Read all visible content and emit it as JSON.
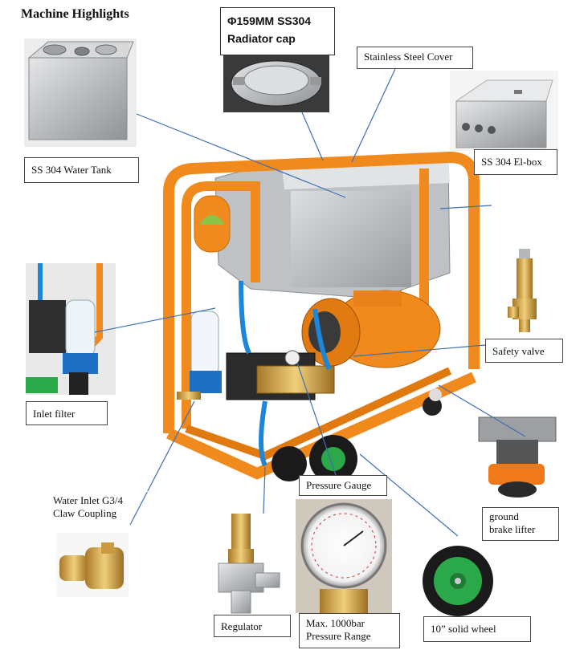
{
  "page": {
    "title": "Machine Highlights"
  },
  "callouts": {
    "radiator_cap": {
      "line1": "Φ159MM SS304",
      "line2": "Radiator cap"
    },
    "stainless_cover": "Stainless Steel Cover",
    "water_tank": "SS 304 Water Tank",
    "el_box": "SS 304 El-box",
    "inlet_filter": "Inlet filter",
    "safety_valve": "Safety valve",
    "water_inlet": {
      "line1": "Water  Inlet G3/4",
      "line2": "Claw Coupling"
    },
    "pressure_gauge": "Pressure Gauge",
    "brake_lifter": {
      "line1": "ground",
      "line2": "brake lifter"
    },
    "regulator": "Regulator",
    "pressure_range": {
      "line1": "Max. 1000bar",
      "line2": "Pressure Range"
    },
    "solid_wheel": "10” solid wheel"
  },
  "colors": {
    "frame_orange": "#f08a1c",
    "arrow_blue": "#3d6fb3",
    "steel": "#c7c9cb",
    "wheel_green": "#2aa84a"
  }
}
